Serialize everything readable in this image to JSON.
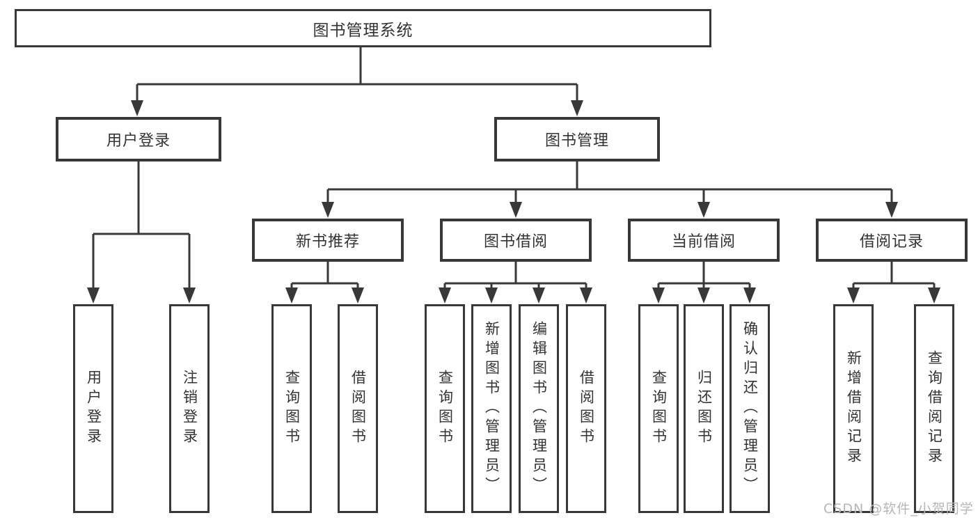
{
  "diagram": {
    "root": {
      "label": "图书管理系统"
    },
    "branches": [
      {
        "label": "用户登录",
        "children": [
          {
            "label": "用户登录"
          },
          {
            "label": "注销登录"
          }
        ]
      },
      {
        "label": "图书管理",
        "children": [
          {
            "label": "新书推荐",
            "children": [
              {
                "label": "查询图书"
              },
              {
                "label": "借阅图书"
              }
            ]
          },
          {
            "label": "图书借阅",
            "children": [
              {
                "label": "查询图书"
              },
              {
                "label": "新增图书（管理员）"
              },
              {
                "label": "编辑图书（管理员）"
              },
              {
                "label": "借阅图书"
              }
            ]
          },
          {
            "label": "当前借阅",
            "children": [
              {
                "label": "查询图书"
              },
              {
                "label": "归还图书"
              },
              {
                "label": "确认归还（管理员）"
              }
            ]
          },
          {
            "label": "借阅记录",
            "children": [
              {
                "label": "新增借阅记录"
              },
              {
                "label": "查询借阅记录"
              }
            ]
          }
        ]
      }
    ]
  },
  "watermark": {
    "text": "CSDN @软件_小贺同学"
  },
  "colors": {
    "line": "#383838",
    "text": "#333333",
    "background": "#ffffff",
    "watermark": "#b6b6b6"
  }
}
